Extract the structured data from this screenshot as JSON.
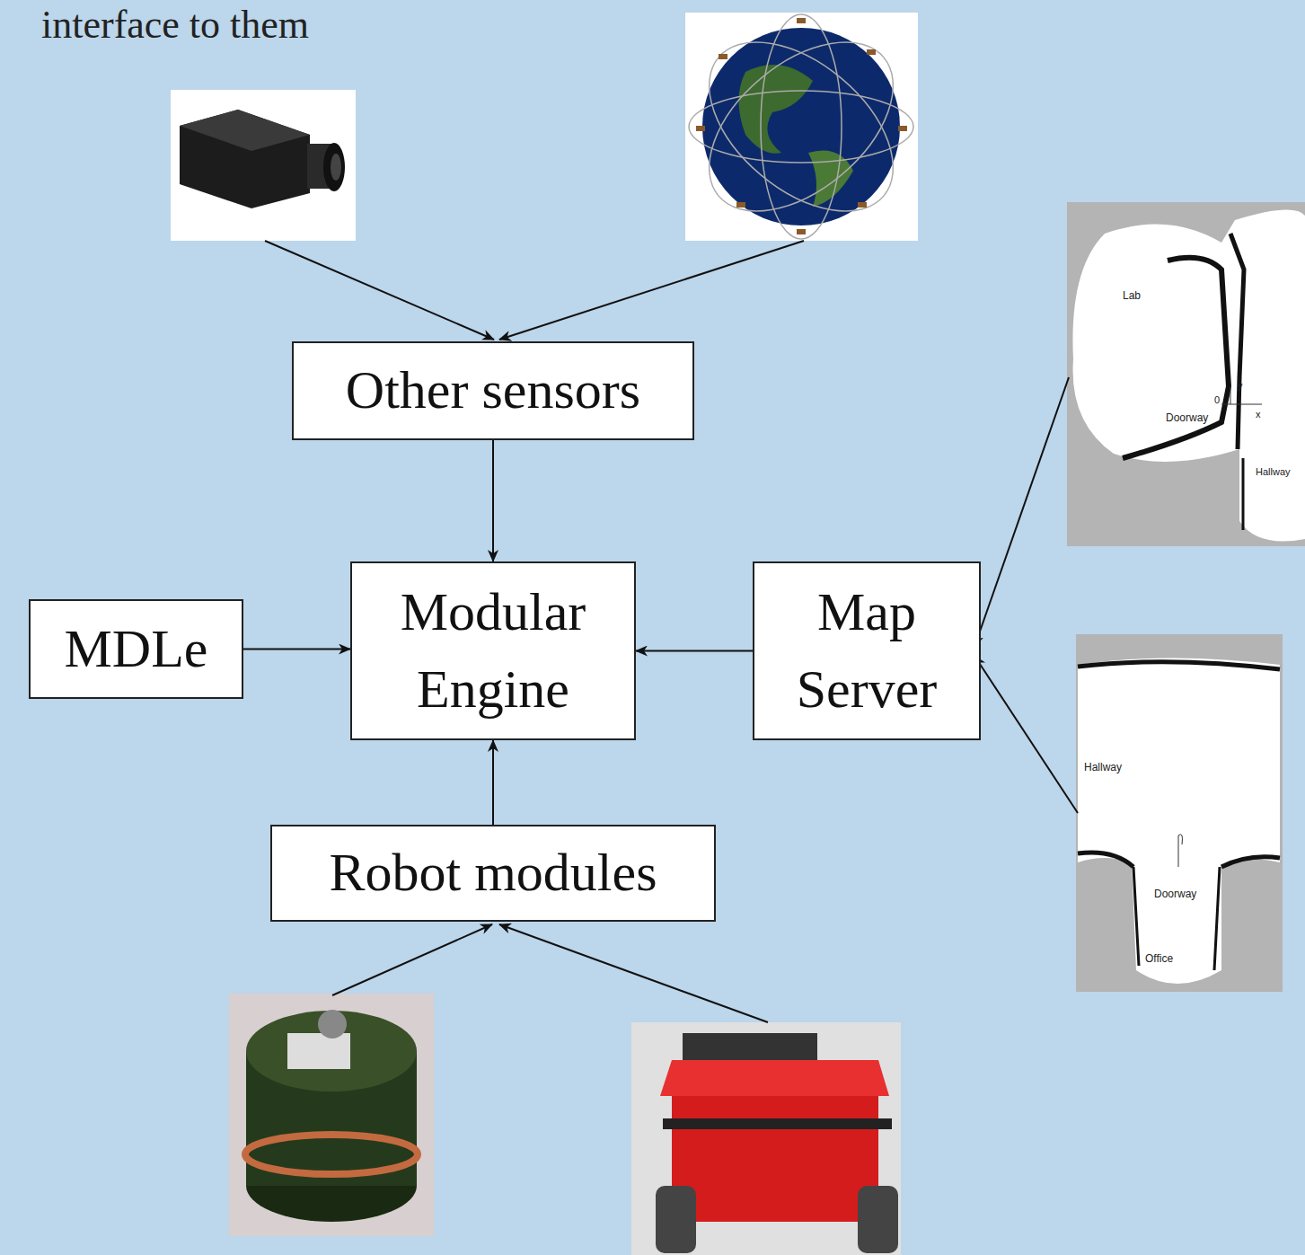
{
  "diagram": {
    "nodes": [
      {
        "text": [
          "Other sensors"
        ]
      },
      {
        "text": [
          "MDLe"
        ]
      },
      {
        "text": [
          "Modular Engine"
        ]
      },
      {
        "text": [
          "Map Server"
        ]
      },
      {
        "text": [
          "Robot modules"
        ]
      }
    ],
    "edges": [
      {
        "from": 0,
        "to": 2,
        "arrow": "to"
      },
      {
        "from": 1,
        "to": 2,
        "arrow": "to"
      },
      {
        "from": 3,
        "to": 2,
        "arrow": "to"
      },
      {
        "from": 4,
        "to": 2,
        "arrow": "to"
      }
    ],
    "labels": [
      "interface to them",
      "Lab",
      "0",
      "y",
      "x",
      "Doorway",
      "Hallway",
      "Hallway",
      "Doorway",
      "Office"
    ]
  }
}
